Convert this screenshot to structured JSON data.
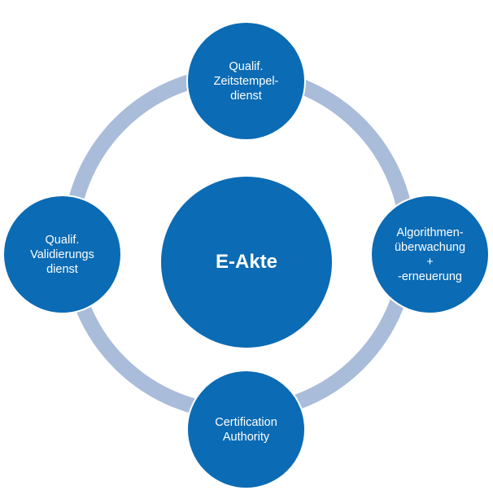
{
  "diagram": {
    "colors": {
      "node_fill": "#0b6bb4",
      "ring": "#a9bcda",
      "text": "#ffffff",
      "background": "#ffffff"
    },
    "center": {
      "label": "E-Akte"
    },
    "nodes": {
      "top": {
        "lines": [
          "Qualif.",
          "Zeitstempel-",
          "dienst"
        ]
      },
      "right": {
        "lines": [
          "Algorithmen-",
          "überwachung",
          "+",
          "-erneuerung"
        ]
      },
      "bottom": {
        "lines": [
          "Certification",
          "Authority"
        ]
      },
      "left": {
        "lines": [
          "Qualif.",
          "Validierungs",
          "dienst"
        ]
      }
    }
  }
}
